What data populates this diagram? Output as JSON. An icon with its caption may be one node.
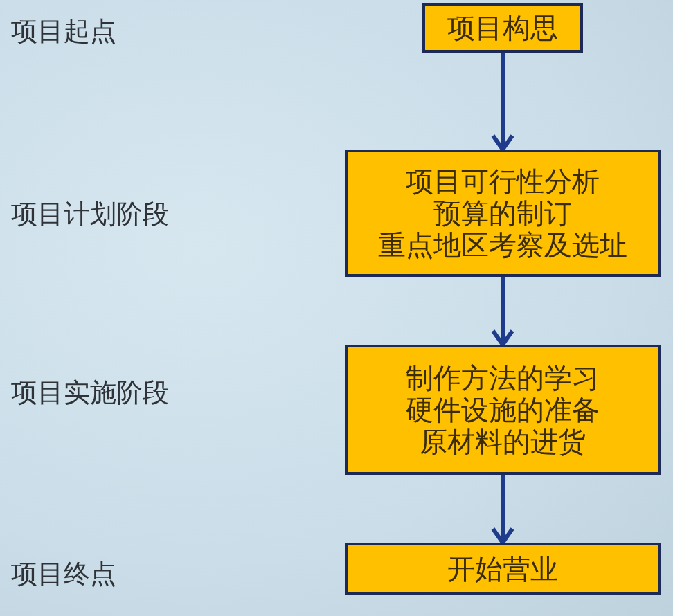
{
  "diagram": {
    "nodes": [
      {
        "text": [
          "项目构思"
        ]
      },
      {
        "text": [
          "项目可行性分析",
          "预算的制订",
          "重点地区考察及选址"
        ]
      },
      {
        "text": [
          "制作方法的学习",
          "硬件设施的准备",
          "原材料的进货"
        ]
      },
      {
        "text": [
          "开始营业"
        ]
      }
    ],
    "edges": [
      {
        "from": 0,
        "to": 1,
        "arrow": "to"
      },
      {
        "from": 1,
        "to": 2,
        "arrow": "to"
      },
      {
        "from": 2,
        "to": 3,
        "arrow": "to"
      }
    ],
    "labels": [
      "项目起点",
      "项目计划阶段",
      "项目实施阶段",
      "项目终点"
    ]
  }
}
